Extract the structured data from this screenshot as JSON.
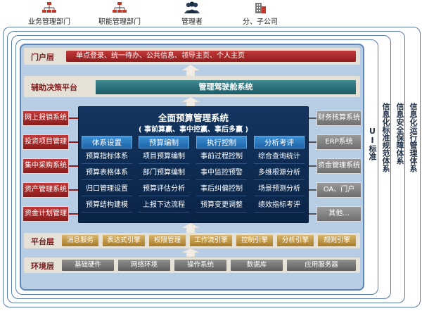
{
  "users": [
    {
      "label": "业务管理部门",
      "icon": "org-chart-icon"
    },
    {
      "label": "职能管理部门",
      "icon": "org-chart-icon"
    },
    {
      "label": "管理者",
      "icon": "people-icon"
    },
    {
      "label": "分、子公司",
      "icon": "building-icon"
    }
  ],
  "outer_labels": {
    "ui": "UI标准",
    "spec": "信息化标准规范体系",
    "security": "信息安全保障体系",
    "ops": "信息化运行管理体系"
  },
  "layers": {
    "portal": {
      "title": "门户层",
      "content": "单点登录、统一待办、公共信息、领导主页、个人主页"
    },
    "decision": {
      "title": "辅助决策平台",
      "content": "管理驾驶舱系统"
    },
    "platform": {
      "title": "平台层",
      "items": [
        "消息服务",
        "表达式引擎",
        "权限管理",
        "工作流引擎",
        "控制引擎",
        "分析引擎",
        "规则引擎"
      ]
    },
    "environment": {
      "title": "环境层",
      "items": [
        "基础硬件",
        "网络环境",
        "操作系统",
        "数据库",
        "应用服务器"
      ]
    }
  },
  "left_systems": [
    "网上报销系统",
    "投资项目管理",
    "集中采购系统",
    "资产管理系统",
    "资金计划管理"
  ],
  "right_systems": [
    "财务核算系统",
    "ERP系统",
    "资金管理系统",
    "OA、门户",
    "其他..."
  ],
  "core": {
    "title": "全面预算管理系统",
    "subtitle": "( 事前算赢、事中控赢、事后多赢 )",
    "columns": [
      {
        "head": "体系设置",
        "items": [
          "预算指标体系",
          "预算表格体系",
          "归口管理设置",
          "预算结构建模"
        ]
      },
      {
        "head": "预算编制",
        "items": [
          "项目预算编制",
          "部门预算编制",
          "预算评估分析",
          "上报下达流程"
        ]
      },
      {
        "head": "执行控制",
        "items": [
          "事前过程控制",
          "事中监控预警",
          "事后纠偏控制",
          "预算变更调整"
        ]
      },
      {
        "head": "分析考评",
        "items": [
          "综合查询统计",
          "多维根源分析",
          "场景预测分析",
          "绩效指标考评"
        ]
      }
    ]
  },
  "colors": {
    "frame": "#5e86b7",
    "core_bg": "#0a2447",
    "accent_red": "#b02a2a",
    "accent_gold": "#b8893a",
    "accent_teal": "#2d7380"
  }
}
